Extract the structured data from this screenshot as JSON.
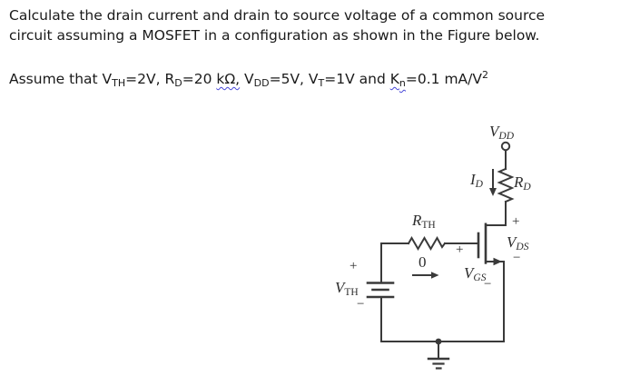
{
  "problem": {
    "line1": "Calculate the drain current and drain to source voltage of a common source",
    "line2": "circuit assuming a MOSFET in a configuration as shown in the Figure below.",
    "line3_segments": [
      {
        "t": "Assume that V"
      },
      {
        "t": "TH",
        "sub": true
      },
      {
        "t": "=2V, R"
      },
      {
        "t": "D",
        "sub": true
      },
      {
        "t": "=20 "
      },
      {
        "t": "kΩ,",
        "squiggle": true
      },
      {
        "t": " V"
      },
      {
        "t": "DD",
        "sub": true
      },
      {
        "t": "=5V, V"
      },
      {
        "t": "T",
        "sub": true
      },
      {
        "t": "=1V and "
      },
      {
        "t": "K",
        "squiggle": true
      },
      {
        "t": "n",
        "sub": true,
        "squiggle": true
      },
      {
        "t": "=0.1 mA/V"
      },
      {
        "t": "2",
        "sup": true
      }
    ]
  },
  "circuit": {
    "labels": {
      "vdd": {
        "main": "V",
        "sub": "DD"
      },
      "id": {
        "main": "I",
        "sub": "D"
      },
      "rd": {
        "main": "R",
        "sub": "D"
      },
      "rth": {
        "main": "R",
        "sub": "TH"
      },
      "vds": {
        "main": "V",
        "sub": "DS"
      },
      "vgs": {
        "main": "V",
        "sub": "GS"
      },
      "vth": {
        "main": "V",
        "sub": "TH"
      },
      "zero": "0",
      "plus": "+",
      "minus": "−"
    },
    "colors": {
      "stroke": "#3a3a3a",
      "squiggle": "#4646d8",
      "text": "#1a1a1a"
    }
  }
}
